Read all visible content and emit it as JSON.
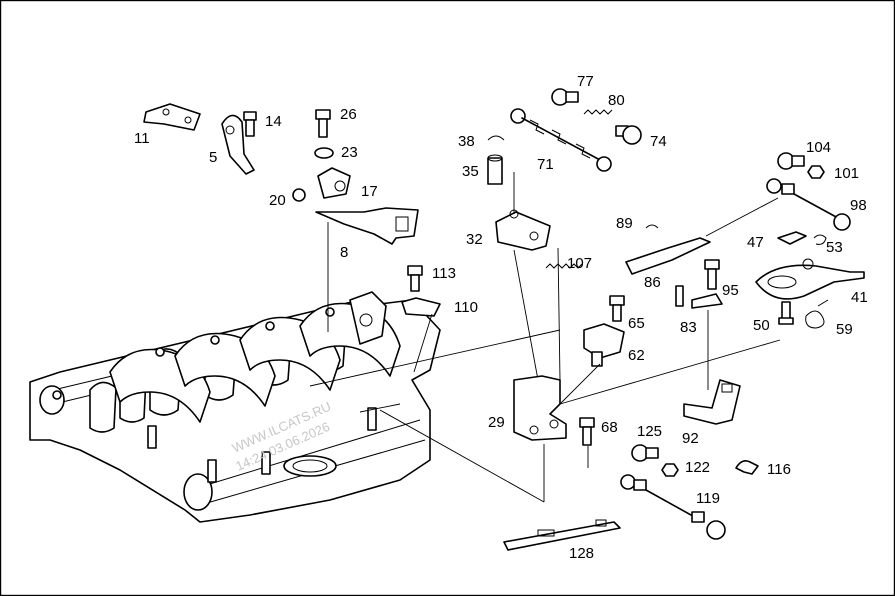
{
  "part_numbers": [
    "11",
    "5",
    "14",
    "26",
    "23",
    "20",
    "17",
    "8",
    "113",
    "110",
    "77",
    "80",
    "74",
    "38",
    "71",
    "35",
    "32",
    "107",
    "89",
    "104",
    "101",
    "98",
    "47",
    "53",
    "86",
    "95",
    "41",
    "65",
    "62",
    "50",
    "59",
    "83",
    "29",
    "68",
    "92",
    "125",
    "122",
    "116",
    "119",
    "128"
  ],
  "watermark": {
    "site": "WWW.ILCATS.RU",
    "timestamp": "14:24 03.06.2026"
  }
}
